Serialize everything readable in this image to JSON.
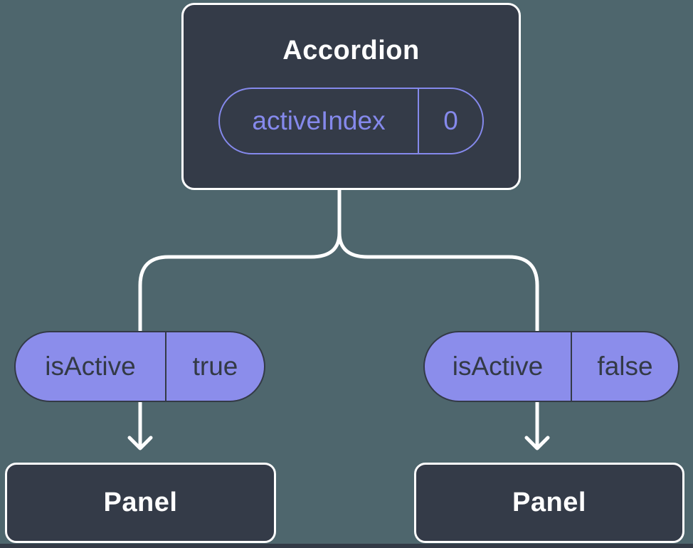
{
  "colors": {
    "canvas-bg": "#4E666D",
    "node-bg": "#343B48",
    "node-border": "#FFFFFF",
    "node-text": "#FFFFFF",
    "pill-bg": "#8B8DEB",
    "pill-outline": "#8589EC",
    "pill-dark": "#333A46",
    "line": "#FFFFFF",
    "bottom-strip": "#333A46"
  },
  "icons": {
    "left_branch_arrow": "arrow-down",
    "right_branch_arrow": "arrow-down"
  },
  "tree": {
    "root": {
      "title": "Accordion",
      "state_pill": {
        "label": "activeIndex",
        "value": "0"
      }
    },
    "branches": [
      {
        "prop_pill": {
          "label": "isActive",
          "value": "true"
        },
        "child": {
          "title": "Panel"
        }
      },
      {
        "prop_pill": {
          "label": "isActive",
          "value": "false"
        },
        "child": {
          "title": "Panel"
        }
      }
    ]
  }
}
